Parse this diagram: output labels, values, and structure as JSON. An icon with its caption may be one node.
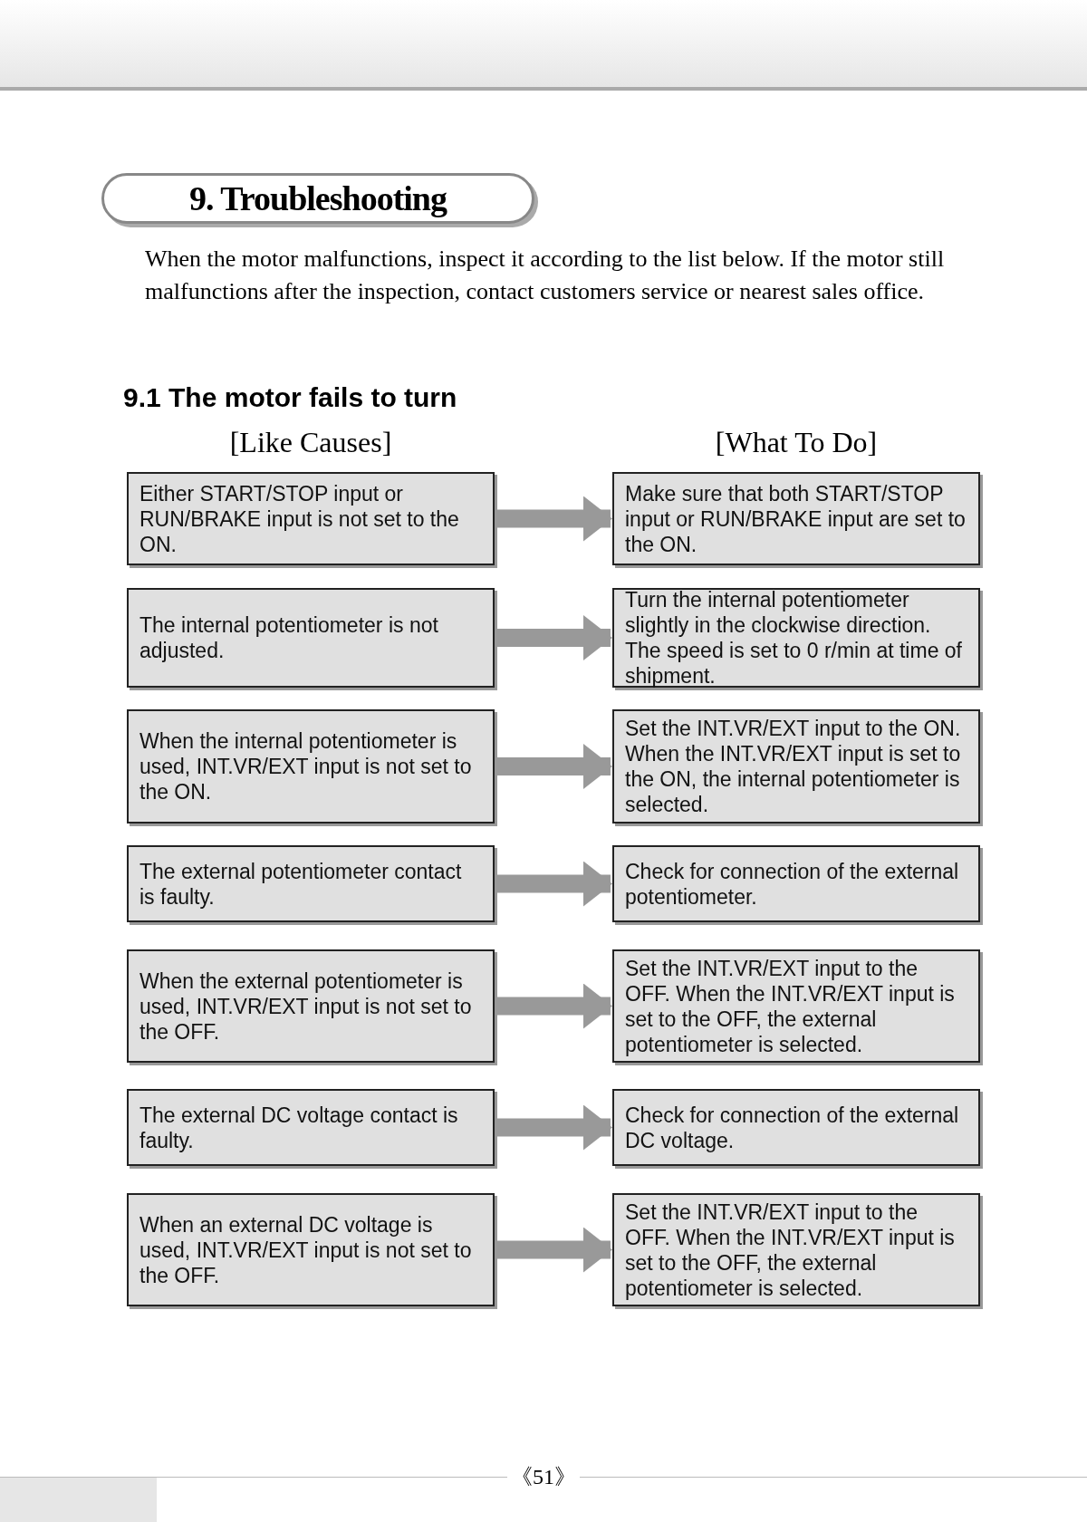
{
  "diagram": {
    "title": "9. Troubleshooting",
    "nodes": [
      {
        "text": [
          "Either START/STOP input or RUN/BRAKE input is not set to the ON."
        ]
      },
      {
        "text": [
          "Make sure that both START/STOP input or RUN/BRAKE input are set to the ON."
        ]
      },
      {
        "text": [
          "The internal potentiometer is not adjusted."
        ]
      },
      {
        "text": [
          "Turn the internal potentiometer slightly in the clockwise direction. The speed is set to 0 r/min at time of shipment."
        ]
      },
      {
        "text": [
          "When the internal potentiometer is used, INT.VR/EXT input is not set to the ON."
        ]
      },
      {
        "text": [
          "Set the INT.VR/EXT input to the ON. When the INT.VR/EXT input is set to the ON, the internal potentiometer is selected."
        ]
      },
      {
        "text": [
          "The external potentiometer contact is faulty."
        ]
      },
      {
        "text": [
          "Check for connection of the external potentiometer."
        ]
      },
      {
        "text": [
          "When the external potentiometer is used, INT.VR/EXT input is not set to the OFF."
        ]
      },
      {
        "text": [
          "Set the INT.VR/EXT input to the OFF. When the INT.VR/EXT input is set to the OFF, the external potentiometer is selected."
        ]
      },
      {
        "text": [
          "The external DC voltage contact is faulty."
        ]
      },
      {
        "text": [
          "Check for connection of the external DC voltage."
        ]
      },
      {
        "text": [
          "When an external DC voltage is used, INT.VR/EXT input is not set to the OFF."
        ]
      },
      {
        "text": [
          "Set the INT.VR/EXT input to the OFF. When the INT.VR/EXT input is set to the OFF, the external potentiometer is selected."
        ]
      }
    ],
    "edges": [
      {
        "from": 0,
        "to": 1,
        "arrow": "to"
      },
      {
        "from": 2,
        "to": 3,
        "arrow": "to"
      },
      {
        "from": 4,
        "to": 5,
        "arrow": "to"
      },
      {
        "from": 6,
        "to": 7,
        "arrow": "to"
      },
      {
        "from": 8,
        "to": 9,
        "arrow": "to"
      },
      {
        "from": 10,
        "to": 11,
        "arrow": "to"
      },
      {
        "from": 12,
        "to": 13,
        "arrow": "to"
      }
    ],
    "labels": [
      "When the motor malfunctions, inspect it according to the list below. If the motor still malfunctions after the inspection, contact customers service or nearest sales office.",
      "9.1 The motor fails to turn",
      "[Like Causes]",
      "[What To Do]",
      "《51》"
    ]
  }
}
